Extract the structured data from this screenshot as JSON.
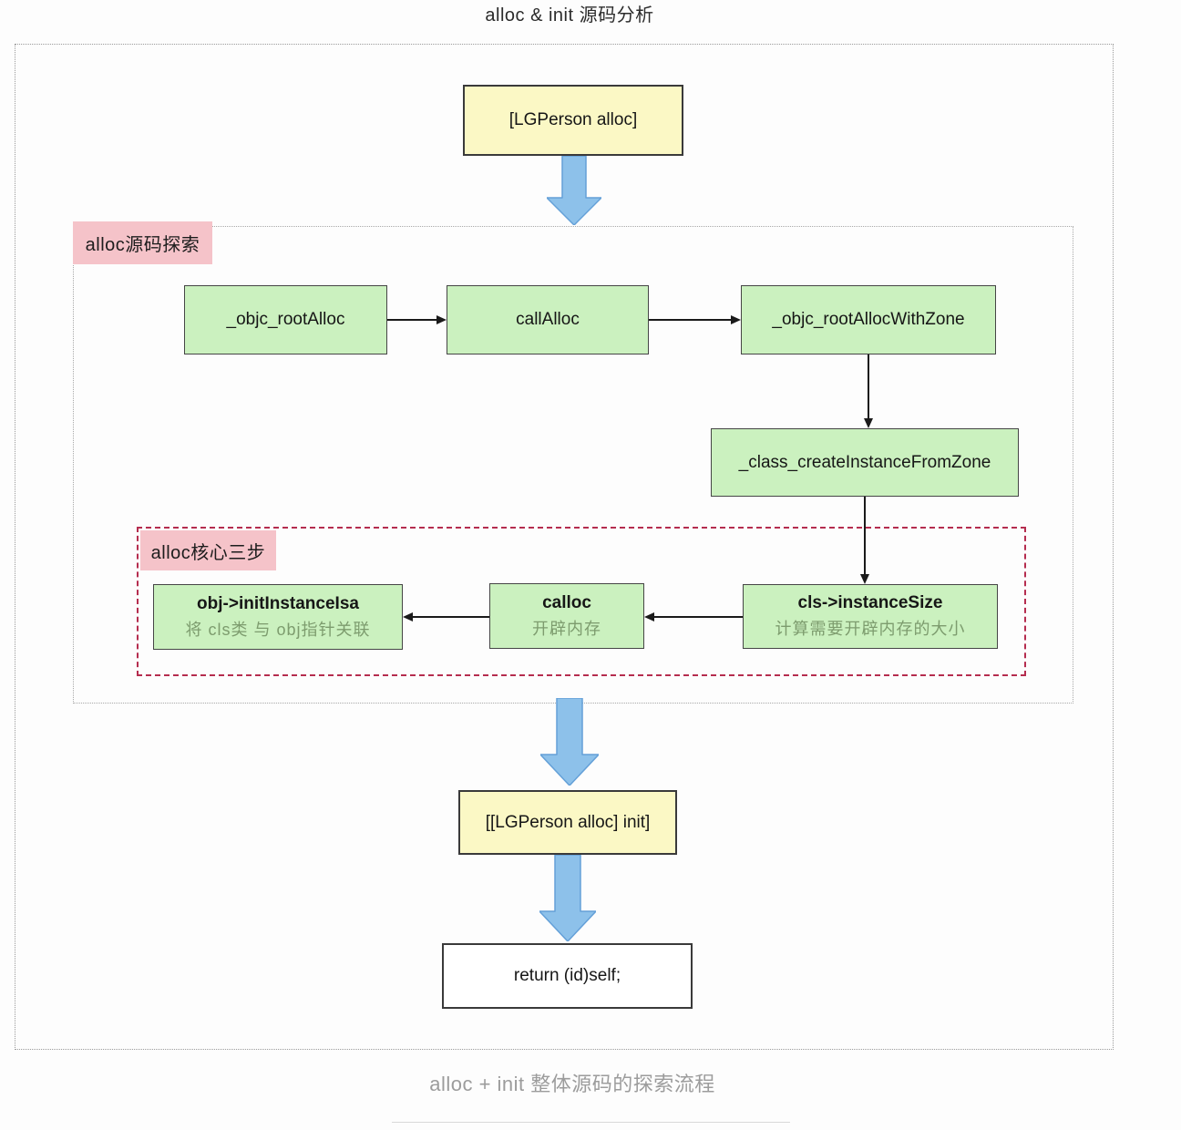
{
  "title": "alloc & init 源码分析",
  "caption": "alloc + init 整体源码的探索流程",
  "groups": {
    "explore_label": "alloc源码探索",
    "three_steps_label": "alloc核心三步"
  },
  "nodes": {
    "entry": "[LGPerson alloc]",
    "root_alloc": "_objc_rootAlloc",
    "call_alloc": "callAlloc",
    "root_alloc_with_zone": "_objc_rootAllocWithZone",
    "create_instance_from_zone": "_class_createInstanceFromZone",
    "instance_size_title": "cls->instanceSize",
    "instance_size_subtitle": "计算需要开辟内存的大小",
    "calloc_title": "calloc",
    "calloc_subtitle": "开辟内存",
    "init_isa_title": "obj->initInstanceIsa",
    "init_isa_subtitle": "将 cls类 与 obj指针关联",
    "init_call": "[[LGPerson alloc] init]",
    "return_stmt": "return (id)self;"
  },
  "colors": {
    "node_green": "#cbf1bf",
    "node_yellow": "#fbf8c5",
    "label_pink": "#f5c3c9",
    "blue_arrow": "#8dc1ea",
    "red_dashed_border": "#b52d4f",
    "subtitle_green_gray": "#7d9c6e"
  }
}
